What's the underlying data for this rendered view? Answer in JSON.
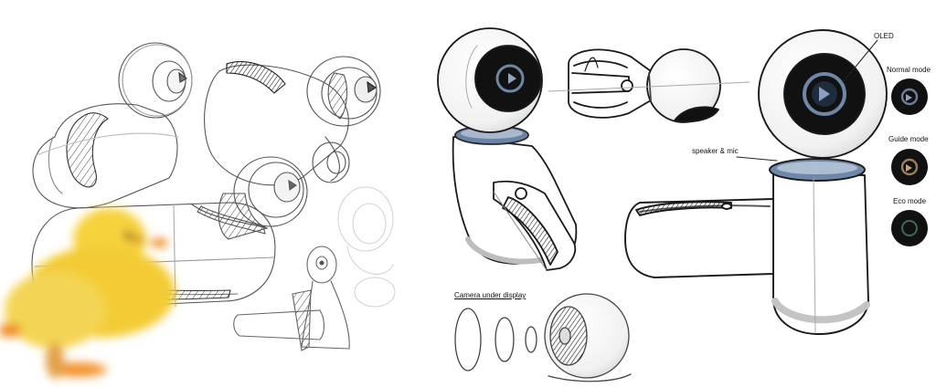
{
  "annotations": {
    "oled": "OLED",
    "speaker_mic": "speaker & mic",
    "camera_under_display": "Camera under display"
  },
  "modes": [
    {
      "label": "Normal mode",
      "icon": "triangle-icon",
      "ring_color": "#6f7f9a",
      "glyph_color": "#8ea0bd"
    },
    {
      "label": "Guide mode",
      "icon": "triangle-icon",
      "ring_color": "#9a7f5a",
      "glyph_color": "#c4a27a"
    },
    {
      "label": "Eco mode",
      "icon": "ring-icon",
      "ring_color": "#3e6a52",
      "glyph_color": "#6fae86"
    }
  ],
  "colors": {
    "ink": "#1a1a1a",
    "pencil": "#8a8a8a",
    "light_pencil": "#c8c8c8",
    "screen": "#111111",
    "ring_blue": "#5f7894",
    "chick_yellow": "#f4cf3c",
    "chick_orange": "#f29a2e"
  }
}
